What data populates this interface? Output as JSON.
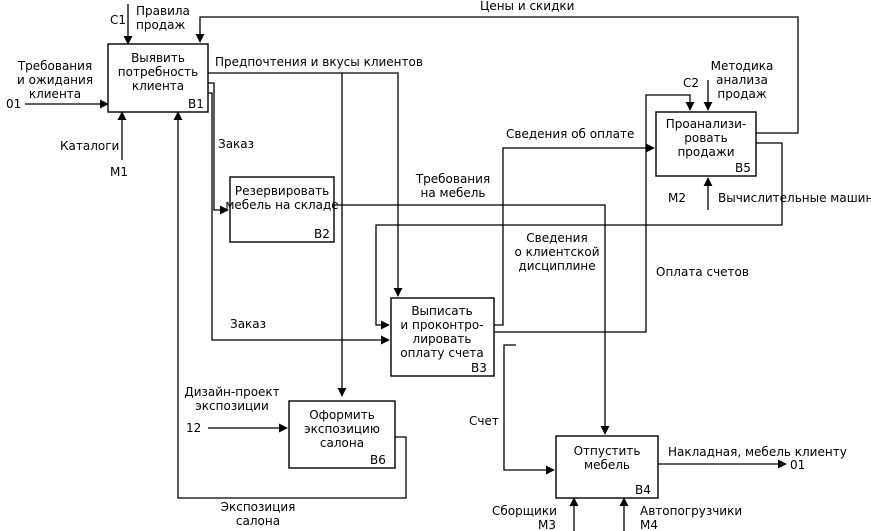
{
  "boxes": [
    {
      "id": "b1",
      "lines": [
        "Выявить",
        "потребность",
        "клиента"
      ],
      "code": "B1"
    },
    {
      "id": "b2",
      "lines": [
        "Резервировать",
        "мебель на складе"
      ],
      "code": "B2"
    },
    {
      "id": "b3",
      "lines": [
        "Выписать",
        "и проконтро-",
        "лировать",
        "оплату счета"
      ],
      "code": "B3"
    },
    {
      "id": "b4",
      "lines": [
        "Отпустить",
        "мебель"
      ],
      "code": "B4"
    },
    {
      "id": "b5",
      "lines": [
        "Проанализи-",
        "ровать",
        "продажи"
      ],
      "code": "B5"
    },
    {
      "id": "b6",
      "lines": [
        "Оформить",
        "экспозицию",
        "салона"
      ],
      "code": "B6"
    }
  ],
  "labels": {
    "c1": "C1",
    "rules": [
      "Правила",
      "продаж"
    ],
    "requirements": [
      "Требования",
      "и ожидания",
      "клиента"
    ],
    "in_01": "01",
    "catalogs": "Каталоги",
    "m1": "M1",
    "prices": "Цены и скидки",
    "preferences": "Предпочтения и вкусы клиентов",
    "order1": "Заказ",
    "order2": "Заказ",
    "furniture_req": [
      "Требования",
      "на мебель"
    ],
    "payment_info": "Сведения об оплате",
    "method": [
      "Методика",
      "анализа",
      "продаж"
    ],
    "c2": "C2",
    "m2": "M2",
    "computers": "Вычислительные машины",
    "discipline": [
      "Сведения",
      "о клиентской",
      "дисциплине"
    ],
    "invoices": "Оплата счетов",
    "design": [
      "Дизайн-проект",
      "экспозиции"
    ],
    "in_12": "12",
    "invoice": "Счет",
    "delivery": "Накладная, мебель клиенту",
    "out_01": "01",
    "exposition": [
      "Экспозиция",
      "салона"
    ],
    "assemblers": "Сборщики",
    "m3": "M3",
    "forklifts": "Автопогрузчики",
    "m4": "M4"
  }
}
